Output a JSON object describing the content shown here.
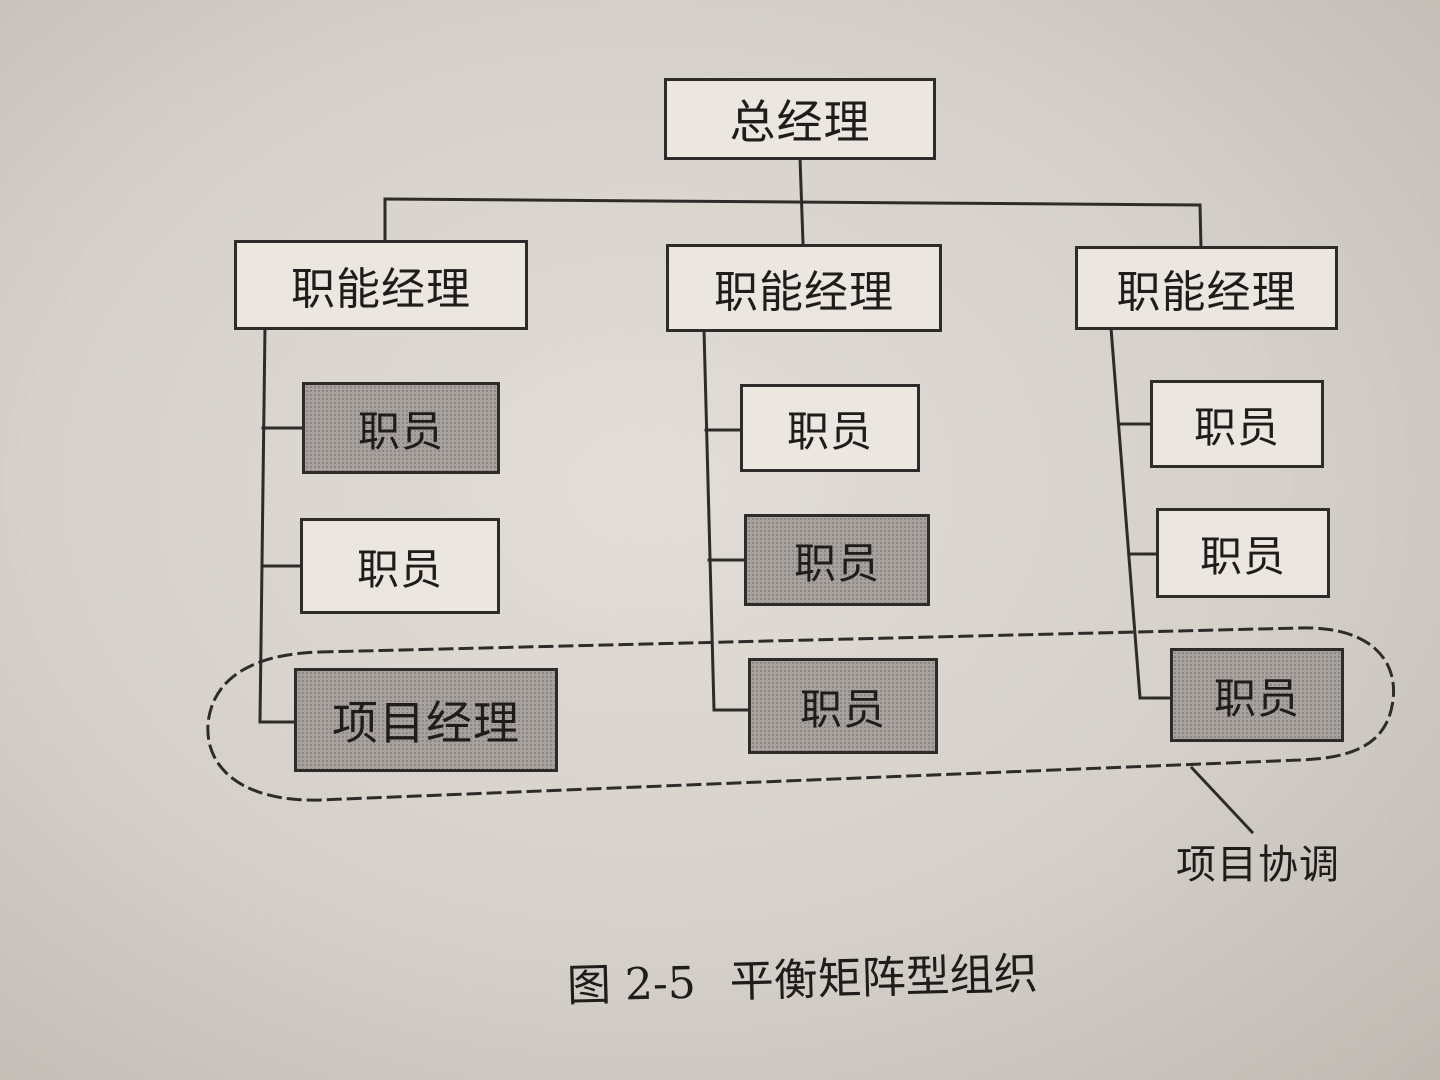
{
  "diagram": {
    "ceo": "总经理",
    "columns": [
      {
        "manager": "职能经理",
        "members": [
          {
            "label": "职员",
            "shaded": true
          },
          {
            "label": "职员",
            "shaded": false
          },
          {
            "label": "项目经理",
            "shaded": true
          }
        ]
      },
      {
        "manager": "职能经理",
        "members": [
          {
            "label": "职员",
            "shaded": false
          },
          {
            "label": "职员",
            "shaded": true
          },
          {
            "label": "职员",
            "shaded": true
          }
        ]
      },
      {
        "manager": "职能经理",
        "members": [
          {
            "label": "职员",
            "shaded": false
          },
          {
            "label": "职员",
            "shaded": false
          },
          {
            "label": "职员",
            "shaded": true
          }
        ]
      }
    ],
    "coordination_label": "项目协调"
  },
  "caption": {
    "number": "图 2-5",
    "title": "平衡矩阵型组织"
  },
  "colors": {
    "line": "#2e2c2a",
    "shaded_box": "#a7a29d",
    "white_box": "#ebe6e0"
  }
}
